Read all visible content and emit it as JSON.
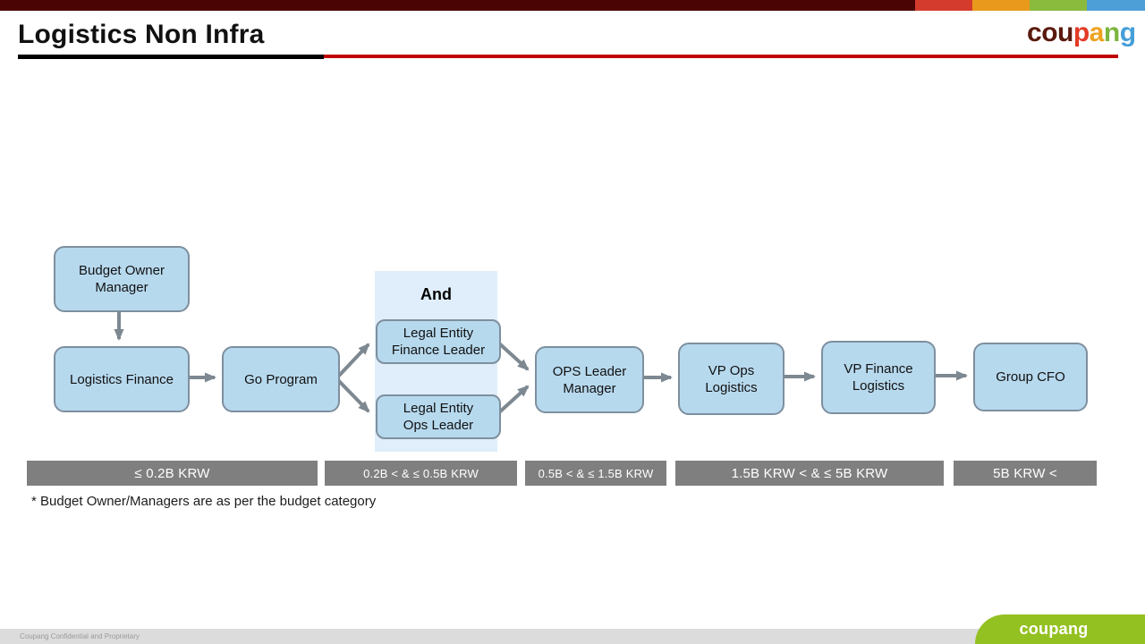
{
  "colors": {
    "bar-maroon": "#4a0404",
    "seg-red": "#d43b2d",
    "seg-orange": "#e9991c",
    "seg-green": "#8bbb3d",
    "seg-blue": "#4d9fd7",
    "rule-red": "#c00000",
    "node-fill": "#b7d9ee",
    "node-border": "#7e8f9e",
    "and-bg": "#dfeefa",
    "arrow-gray": "#7d8891",
    "bar-gray": "#7f7f7f",
    "footer-green": "#94c122",
    "footer-strip": "#dcdcdc"
  },
  "header": {
    "title": "Logistics Non Infra",
    "logo_letters": [
      {
        "ch": "c",
        "color": "#5a1a0e"
      },
      {
        "ch": "o",
        "color": "#5a1a0e"
      },
      {
        "ch": "u",
        "color": "#5a1a0e"
      },
      {
        "ch": "p",
        "color": "#e23b27"
      },
      {
        "ch": "a",
        "color": "#efa21f"
      },
      {
        "ch": "n",
        "color": "#7cb53e"
      },
      {
        "ch": "g",
        "color": "#459fd9"
      }
    ]
  },
  "flow": {
    "and_label": "And",
    "nodes": {
      "budget_owner": "Budget Owner\nManager",
      "logistics_finance": "Logistics Finance",
      "go_program": "Go Program",
      "legal_finance": "Legal Entity\nFinance Leader",
      "legal_ops": "Legal Entity\nOps Leader",
      "ops_leader": "OPS Leader\nManager",
      "vp_ops": "VP Ops\nLogistics",
      "vp_finance": "VP Finance\nLogistics",
      "group_cfo": "Group CFO"
    }
  },
  "thresholds": [
    "≤ 0.2B KRW",
    "0.2B < & ≤ 0.5B KRW",
    "0.5B < & ≤ 1.5B KRW",
    "1.5B KRW < & ≤ 5B KRW",
    "5B KRW <"
  ],
  "footnote": "* Budget Owner/Managers are as per the budget category",
  "footer": {
    "confidential": "Coupang Confidential and Proprietary",
    "brand": "coupang"
  }
}
